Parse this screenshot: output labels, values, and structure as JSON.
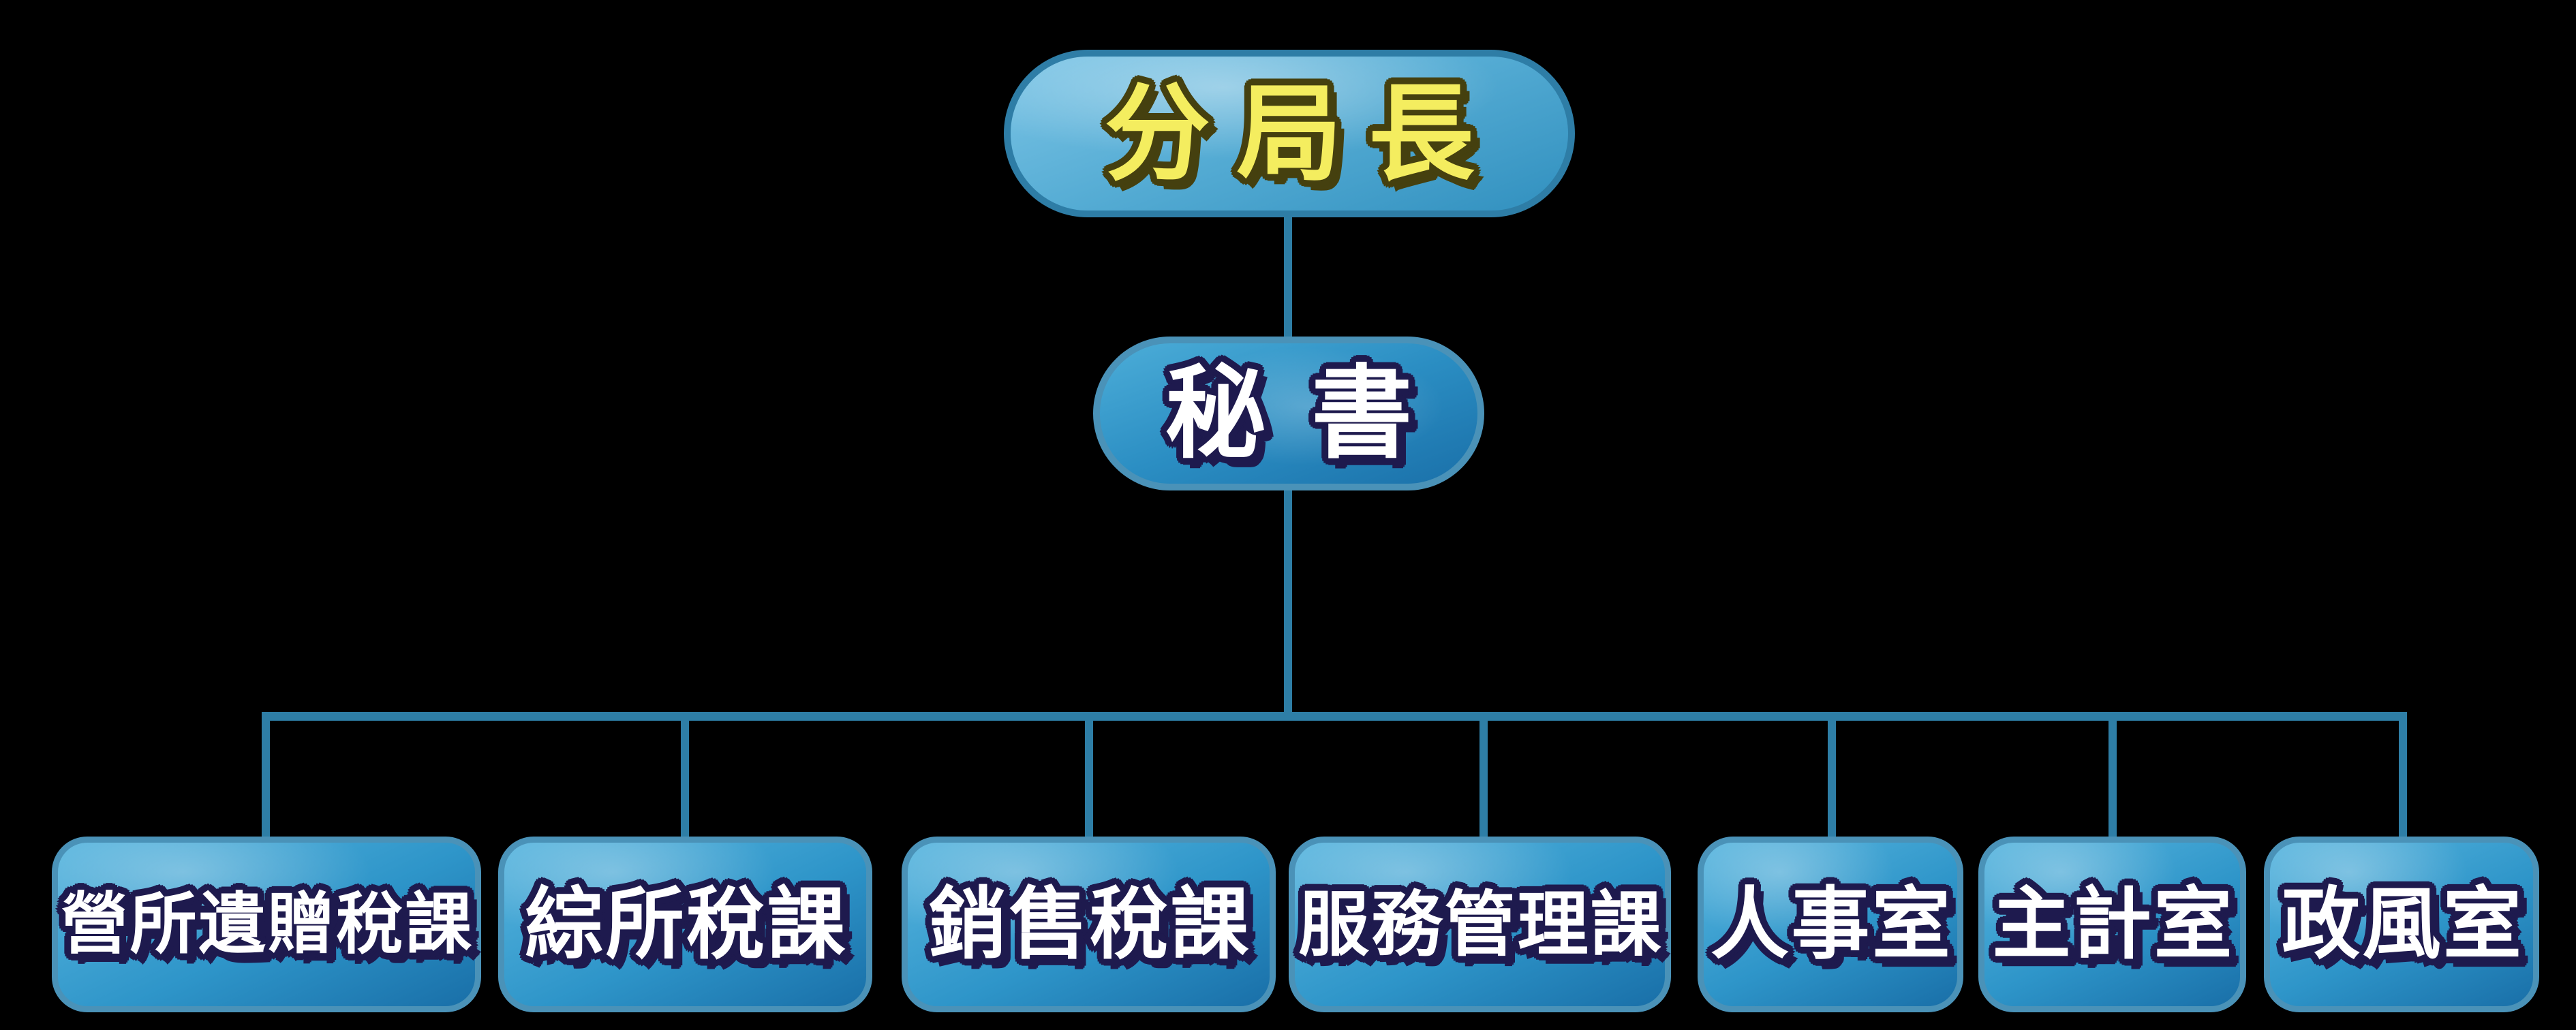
{
  "org": {
    "director": {
      "label": "分局長"
    },
    "secretary": {
      "label": "秘書"
    },
    "departments": [
      {
        "label": "營所遺贈稅課"
      },
      {
        "label": "綜所稅課"
      },
      {
        "label": "銷售稅課"
      },
      {
        "label": "服務管理課"
      },
      {
        "label": "人事室"
      },
      {
        "label": "主計室"
      },
      {
        "label": "政風室"
      }
    ]
  },
  "colors": {
    "background": "#000000",
    "connector": "#2e7ea6",
    "node_border": "#4a92b8",
    "node_fill_light": "#58b5de",
    "node_fill_dark": "#196fa8",
    "director_text": "#f4ed5f",
    "director_text_outline": "#45400f",
    "label_text": "#ffffff",
    "label_text_outline": "#1e1a4e"
  }
}
